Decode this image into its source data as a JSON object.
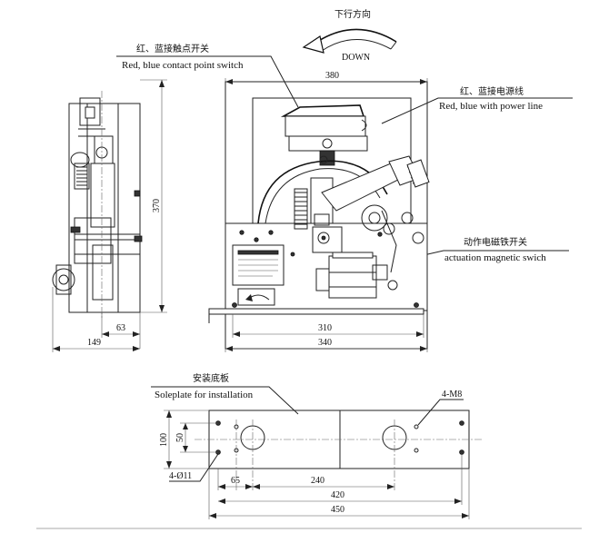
{
  "direction": {
    "cn": "下行方向",
    "en": "DOWN"
  },
  "labels": {
    "contact_switch": {
      "cn": "红、蓝接触点开关",
      "en": "Red, blue contact point switch"
    },
    "power_line": {
      "cn": "红、蓝接电源线",
      "en": "Red, blue with power line"
    },
    "magnetic_switch": {
      "cn": "动作电磁铁开关",
      "en": "actuation magnetic swich"
    },
    "soleplate": {
      "cn": "安装底板",
      "en": "Soleplate for installation"
    }
  },
  "dimensions": {
    "front_width": "380",
    "front_height": "370",
    "side_offset": "63",
    "side_width": "149",
    "base_inner": "310",
    "base_outer": "340",
    "plate_hole_spacing": "100",
    "plate_inner_spacing": "50",
    "plate_edge": "65",
    "plate_center": "240",
    "plate_span": "420",
    "plate_total": "450",
    "holes_small": "4-Ø11",
    "holes_bolt": "4-M8"
  }
}
